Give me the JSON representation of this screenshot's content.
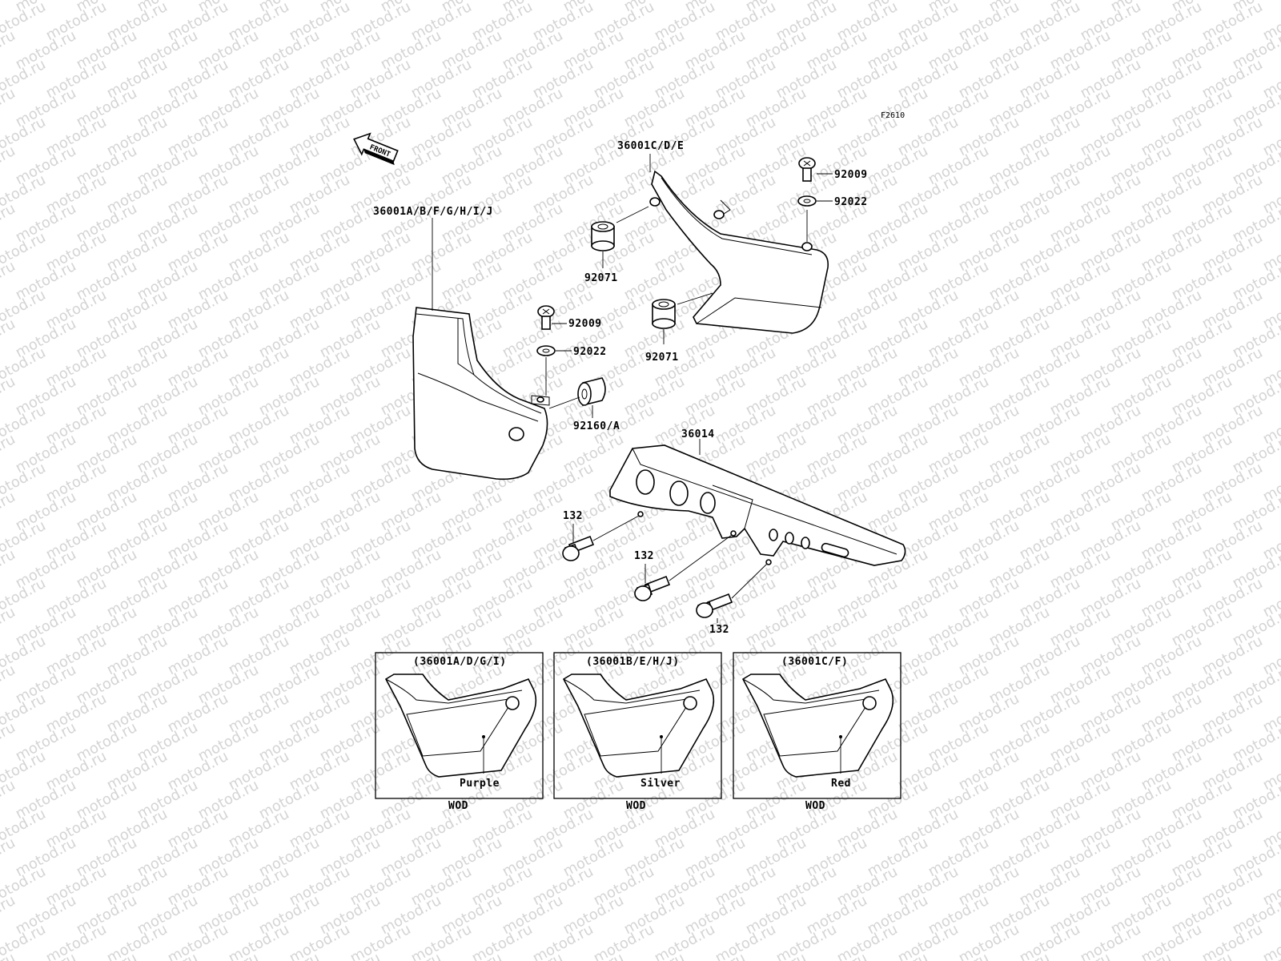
{
  "figure_code": "F2610",
  "front_indicator": "FRONT",
  "watermark_text": "motod.ru",
  "parts": {
    "right_side_cover": "36001C/D/E",
    "left_side_cover": "36001A/B/F/G/H/I/J",
    "screw_upper_right": "92009",
    "washer_upper_right": "92022",
    "grommet_upper": "92071",
    "grommet_lower": "92071",
    "screw_left": "92009",
    "washer_left": "92022",
    "damper_left": "92160/A",
    "chain_cover": "36014",
    "bolt_1": "132",
    "bolt_2": "132",
    "bolt_3": "132"
  },
  "variants": [
    {
      "models": "(36001A/D/G/I)",
      "color": "Purple",
      "note": "WOD"
    },
    {
      "models": "(36001B/E/H/J)",
      "color": "Silver",
      "note": "WOD"
    },
    {
      "models": "(36001C/F)",
      "color": "Red",
      "note": "WOD"
    }
  ]
}
